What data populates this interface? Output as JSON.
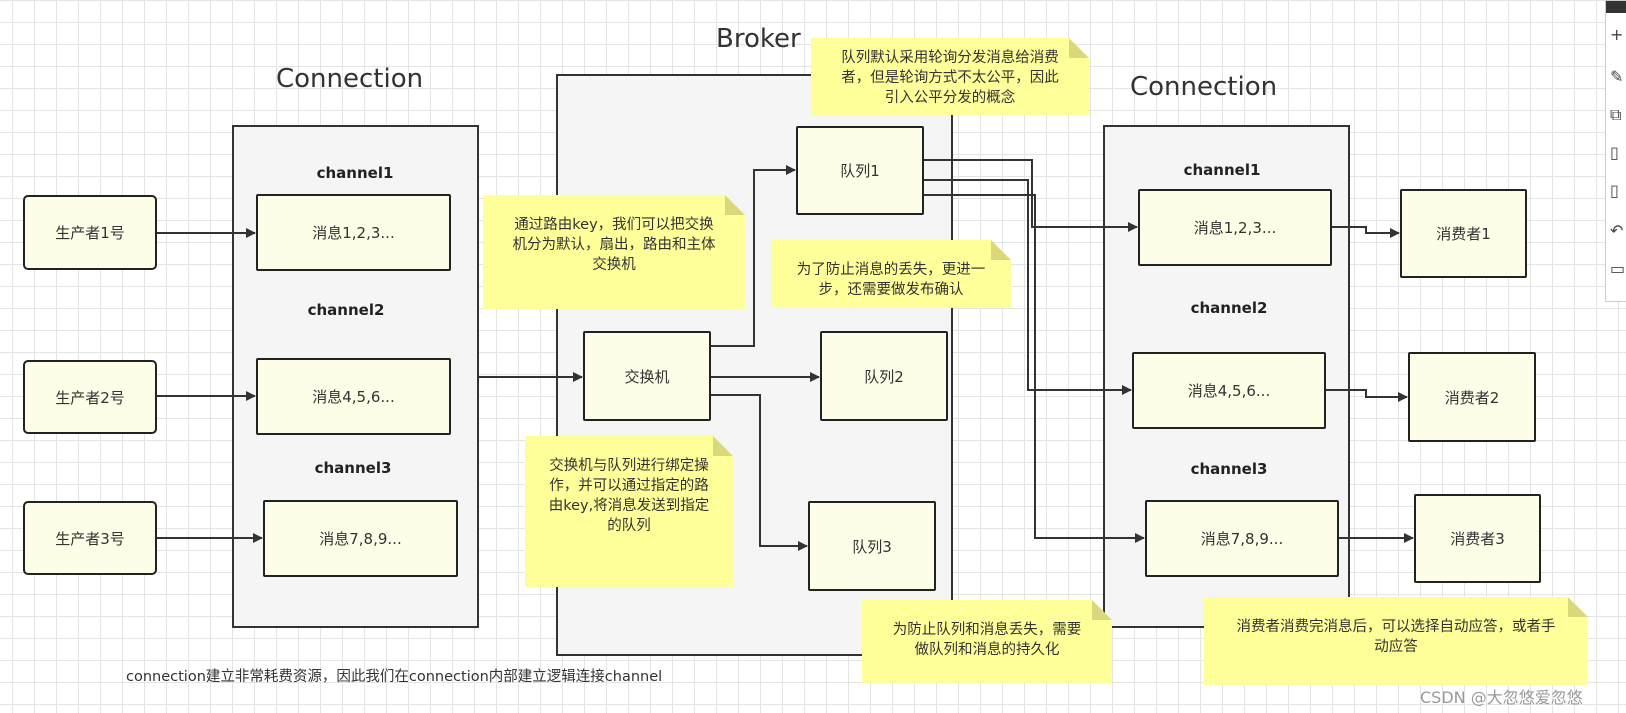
{
  "titles": {
    "left_connection": "Connection",
    "broker": "Broker",
    "right_connection": "Connection"
  },
  "channels": {
    "left": [
      "channel1",
      "channel2",
      "channel3"
    ],
    "right": [
      "channel1",
      "channel2",
      "channel3"
    ]
  },
  "producers": [
    "生产者1号",
    "生产者2号",
    "生产者3号"
  ],
  "left_messages": [
    "消息1,2,3...",
    "消息4,5,6...",
    "消息7,8,9..."
  ],
  "exchange": "交换机",
  "queues": [
    "队列1",
    "队列2",
    "队列3"
  ],
  "right_messages": [
    "消息1,2,3...",
    "消息4,5,6...",
    "消息7,8,9..."
  ],
  "consumers": [
    "消费者1",
    "消费者2",
    "消费者3"
  ],
  "notes": {
    "routing_key": "通过路由key，我们可以把交换\n机分为默认，扇出，路由和主体\n交换机",
    "round_robin": "队列默认采用轮询分发消息给消费\n者，但是轮询方式不太公平，因此\n引入公平分发的概念",
    "publish_confirm": "为了防止消息的丢失，更进一\n步，还需要做发布确认",
    "binding": "交换机与队列进行绑定操\n作，并可以通过指定的路\n由key,将消息发送到指定\n的队列",
    "persistence": "为防止队列和消息丢失，需要\n做队列和消息的持久化",
    "ack": "消费者消费完消息后，可以选择自动应答，或者手\n动应答"
  },
  "caption": "connection建立非常耗费资源，因此我们在connection内部建立逻辑连接channel",
  "watermark": "CSDN @大忽悠爱忽悠",
  "toolbar_icons": [
    "plus-icon",
    "edit-icon",
    "copy-icon",
    "page-icon",
    "page-icon",
    "undo-icon",
    "comment-icon"
  ],
  "colors": {
    "node_fill": "#fdfde8",
    "container_fill": "#f5f5f5",
    "note_fill": "#ffff99",
    "stroke": "#333333"
  }
}
